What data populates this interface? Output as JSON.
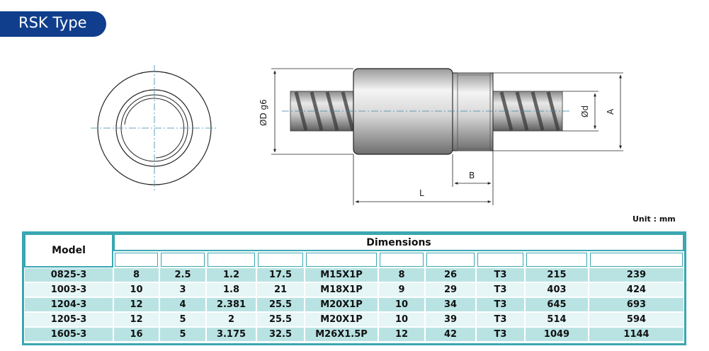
{
  "title": "RSK Type",
  "drawing": {
    "labels": {
      "outer_diameter": "ØD g6",
      "shaft_diameter": "Ød",
      "height": "A",
      "flange_length": "B",
      "length": "L"
    }
  },
  "unit_label": "Unit : mm",
  "table": {
    "model_header": "Model",
    "dimensions_header": "Dimensions",
    "sub_headers": [
      "",
      "",
      "",
      "",
      "",
      "",
      "",
      "",
      "",
      ""
    ],
    "rows": [
      [
        "0825-3",
        "8",
        "2.5",
        "1.2",
        "17.5",
        "M15X1P",
        "8",
        "26",
        "T3",
        "215",
        "239"
      ],
      [
        "1003-3",
        "10",
        "3",
        "1.8",
        "21",
        "M18X1P",
        "9",
        "29",
        "T3",
        "403",
        "424"
      ],
      [
        "1204-3",
        "12",
        "4",
        "2.381",
        "25.5",
        "M20X1P",
        "10",
        "34",
        "T3",
        "645",
        "693"
      ],
      [
        "1205-3",
        "12",
        "5",
        "2",
        "25.5",
        "M20X1P",
        "10",
        "39",
        "T3",
        "514",
        "594"
      ],
      [
        "1605-3",
        "16",
        "5",
        "3.175",
        "32.5",
        "M26X1.5P",
        "12",
        "42",
        "T3",
        "1049",
        "1144"
      ]
    ]
  },
  "colors": {
    "brand_blue": "#103e8c",
    "table_border": "#3aa7b2",
    "header_bg": "#ffffff",
    "row_band": "#b9e3e3",
    "row_light": "#e6f5f5"
  }
}
